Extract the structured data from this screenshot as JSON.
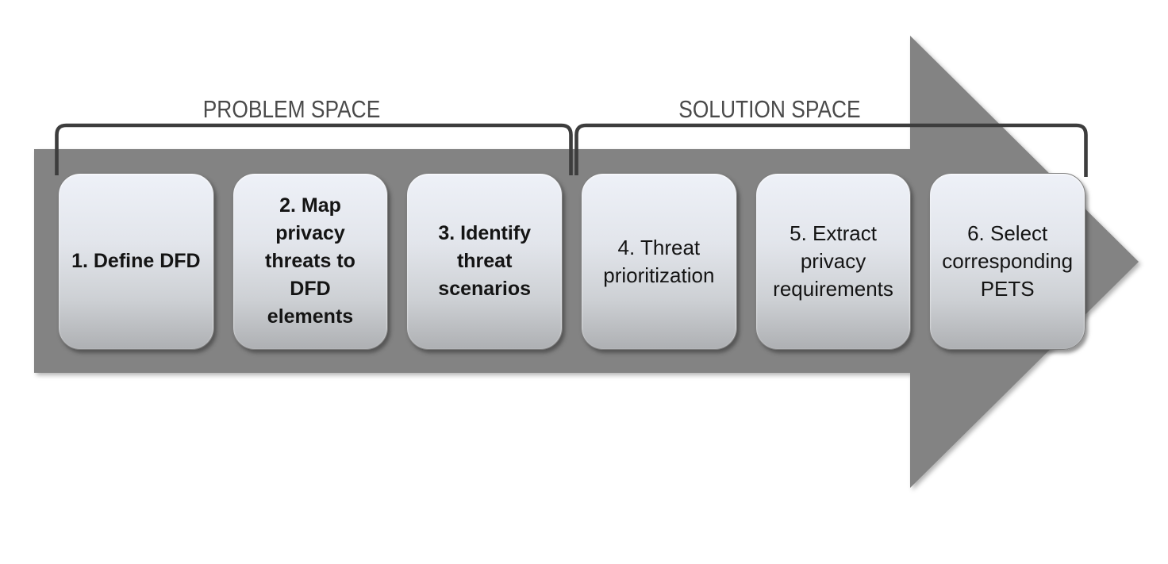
{
  "diagram": {
    "type": "process-flow",
    "arrow_direction": "right",
    "groups": [
      {
        "label": "PROBLEM SPACE",
        "steps": [
          {
            "label": "1. Define DFD"
          },
          {
            "label": "2. Map\nprivacy\nthreats to\nDFD\nelements"
          },
          {
            "label": "3. Identify\nthreat\nscenarios"
          }
        ]
      },
      {
        "label": "SOLUTION SPACE",
        "steps": [
          {
            "label": "4. Threat\nprioritization"
          },
          {
            "label": "5. Extract\nprivacy\nrequirements"
          },
          {
            "label": "6. Select\ncorresponding\nPETS"
          }
        ]
      }
    ],
    "colors": {
      "arrow_fill": "#838383",
      "bracket_stroke": "#3d3d3d",
      "group_label_text": "#4a4a4a",
      "step_text": "#141414",
      "step_fill_top": "#eef1f8",
      "step_fill_bottom": "#aeb0b3",
      "background": "#ffffff"
    }
  }
}
